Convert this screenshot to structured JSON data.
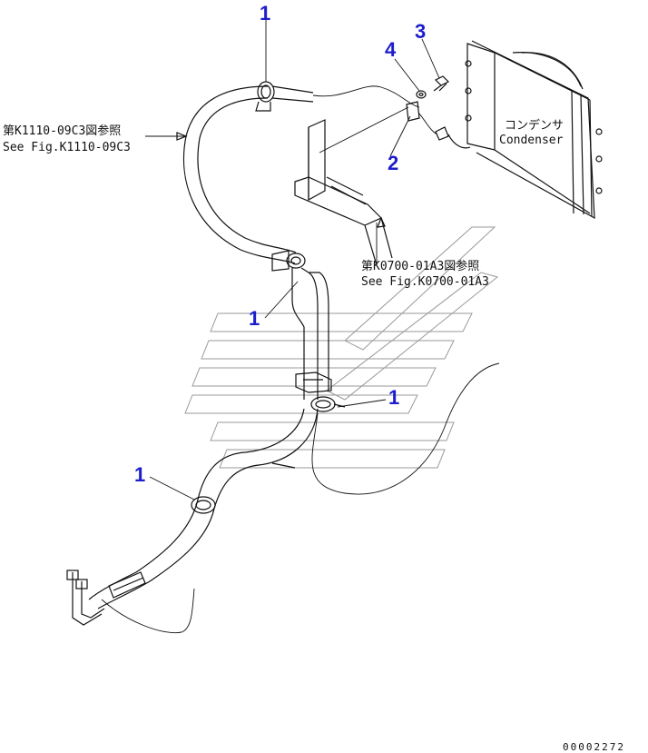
{
  "callouts": {
    "c1a": "1",
    "c1b": "1",
    "c1c": "1",
    "c1d": "1",
    "c2": "2",
    "c3": "3",
    "c4": "4"
  },
  "references": {
    "k1110_jp": "第K1110-09C3図参照",
    "k1110_en": "See Fig.K1110-09C3",
    "k0700_jp": "第K0700-01A3図参照",
    "k0700_en": "See Fig.K0700-01A3"
  },
  "condenser": {
    "jp": "コンデンサ",
    "en": "Condenser"
  },
  "page_code": "00002272",
  "colors": {
    "callout": "#1d1dcc",
    "line": "#111111",
    "watermark": "#9a9a9a"
  }
}
